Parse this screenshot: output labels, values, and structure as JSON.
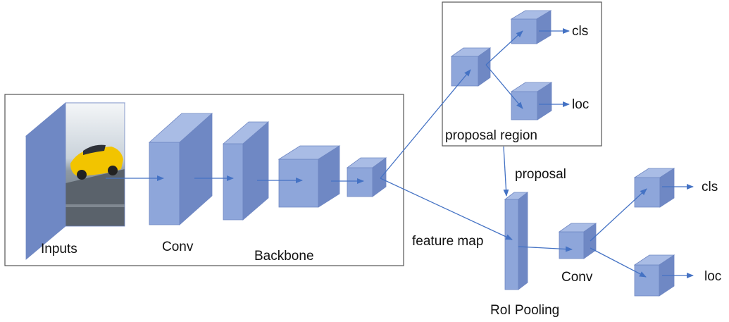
{
  "labels": {
    "inputs": "Inputs",
    "conv_backbone": "Conv",
    "backbone": "Backbone",
    "feature_map": "feature map",
    "proposal_region": "proposal region",
    "proposal": "proposal",
    "cls_top": "cls",
    "loc_top": "loc",
    "conv_head": "Conv",
    "cls_bottom": "cls",
    "loc_bottom": "loc",
    "roi_pooling": "RoI Pooling"
  },
  "colors": {
    "block_face": "#8EA6DA",
    "block_top": "#A9BCE5",
    "block_side": "#6F88C4",
    "block_edge": "#6E86C2",
    "arrow": "#4472C4",
    "frame": "#555555",
    "car_yellow": "#F2C400",
    "road": "#6E7680"
  },
  "icons": {
    "input_image": "sports-car-photo"
  }
}
